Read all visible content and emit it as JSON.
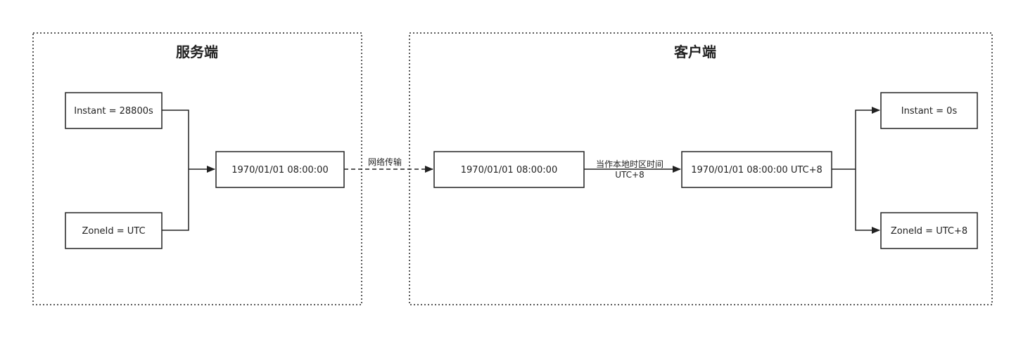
{
  "server": {
    "title": "服务端",
    "instant": "Instant = 28800s",
    "zone": "ZoneId = UTC",
    "datetime": "1970/01/01 08:00:00"
  },
  "network_label": "网络传输",
  "client": {
    "title": "客户端",
    "datetime_received": "1970/01/01 08:00:00",
    "local_label_line1": "当作本地时区时间",
    "local_label_line2": "UTC+8",
    "datetime_zoned": "1970/01/01 08:00:00 UTC+8",
    "instant": "Instant = 0s",
    "zone": "ZoneId = UTC+8"
  },
  "colors": {
    "stroke": "#222222",
    "background": "#ffffff"
  }
}
